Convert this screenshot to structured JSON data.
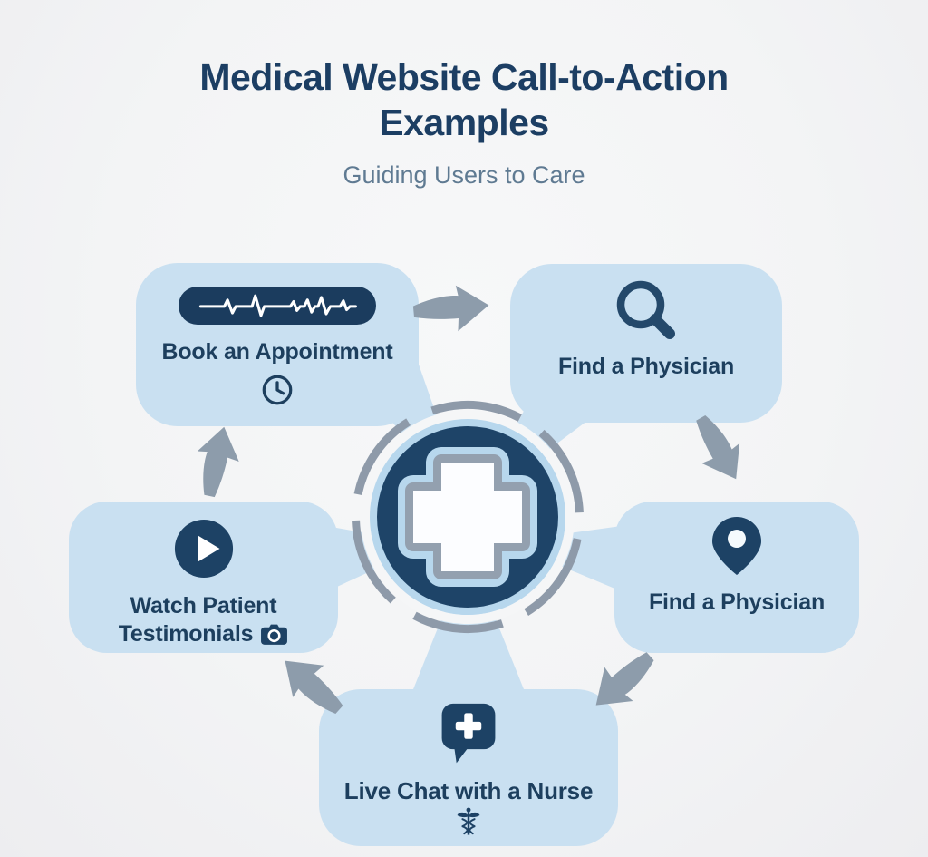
{
  "header": {
    "title_line1": "Medical Website Call-to-Action",
    "title_line2": "Examples",
    "subtitle": "Guiding Users to Care"
  },
  "nodes": {
    "book": {
      "label": "Book an Appointment",
      "icons": [
        "ekg-waveform-icon",
        "clock-icon"
      ]
    },
    "find_search": {
      "label": "Find a Physician",
      "icons": [
        "search-icon"
      ]
    },
    "find_pin": {
      "label": "Find a Physician",
      "icons": [
        "location-pin-icon"
      ]
    },
    "chat": {
      "label": "Live Chat with a Nurse",
      "icons": [
        "chat-bubble-plus-icon",
        "caduceus-icon"
      ]
    },
    "watch": {
      "label_line1": "Watch Patient",
      "label_line2": "Testimonials",
      "icons": [
        "play-icon",
        "camera-icon"
      ]
    }
  },
  "center": {
    "icon": "medical-cross-icon"
  },
  "flow": {
    "arrows": [
      {
        "name": "arrow-book-to-find-search",
        "direction": "right"
      },
      {
        "name": "arrow-find-search-to-find-pin",
        "direction": "down-right"
      },
      {
        "name": "arrow-find-pin-to-chat",
        "direction": "down-left"
      },
      {
        "name": "arrow-chat-to-watch",
        "direction": "up-left"
      },
      {
        "name": "arrow-watch-to-book",
        "direction": "up"
      }
    ]
  },
  "colors": {
    "background": "#f3f4f5",
    "card_blue": "#c9e0f1",
    "navy": "#1d4265",
    "pill_navy": "#1b3c5e",
    "arrow_gray": "#8d9cab",
    "ring_gray": "#8e9aa9",
    "halo_blue": "#b7d7ed",
    "title_navy": "#1c3e63",
    "subtitle_slate": "#5f7a92"
  }
}
